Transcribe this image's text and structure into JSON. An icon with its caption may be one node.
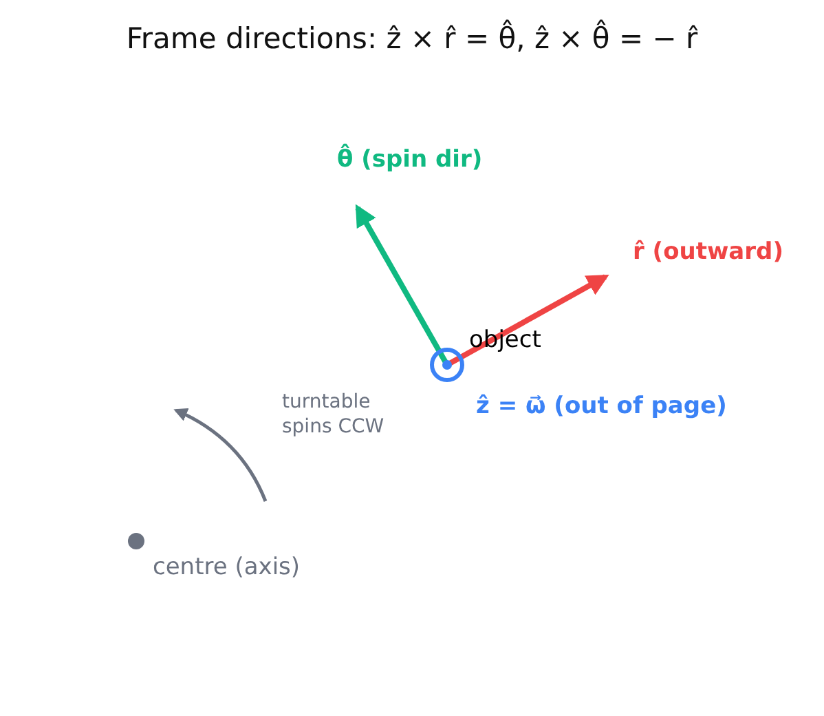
{
  "diagram": {
    "title": "Frame directions:  ẑ × r̂ = θ̂,   ẑ × θ̂ = − r̂",
    "nodes": [
      {
        "text": [],
        "shape": "circle",
        "beside": [
          "object"
        ]
      },
      {
        "text": [],
        "shape": "circle",
        "beside": [
          "centre (axis)"
        ]
      }
    ],
    "labels": [
      "θ̂ (spin dir)",
      "r̂ (outward)",
      "ẑ = ω⃗ (out of page)",
      "turntable spins CCW"
    ]
  }
}
